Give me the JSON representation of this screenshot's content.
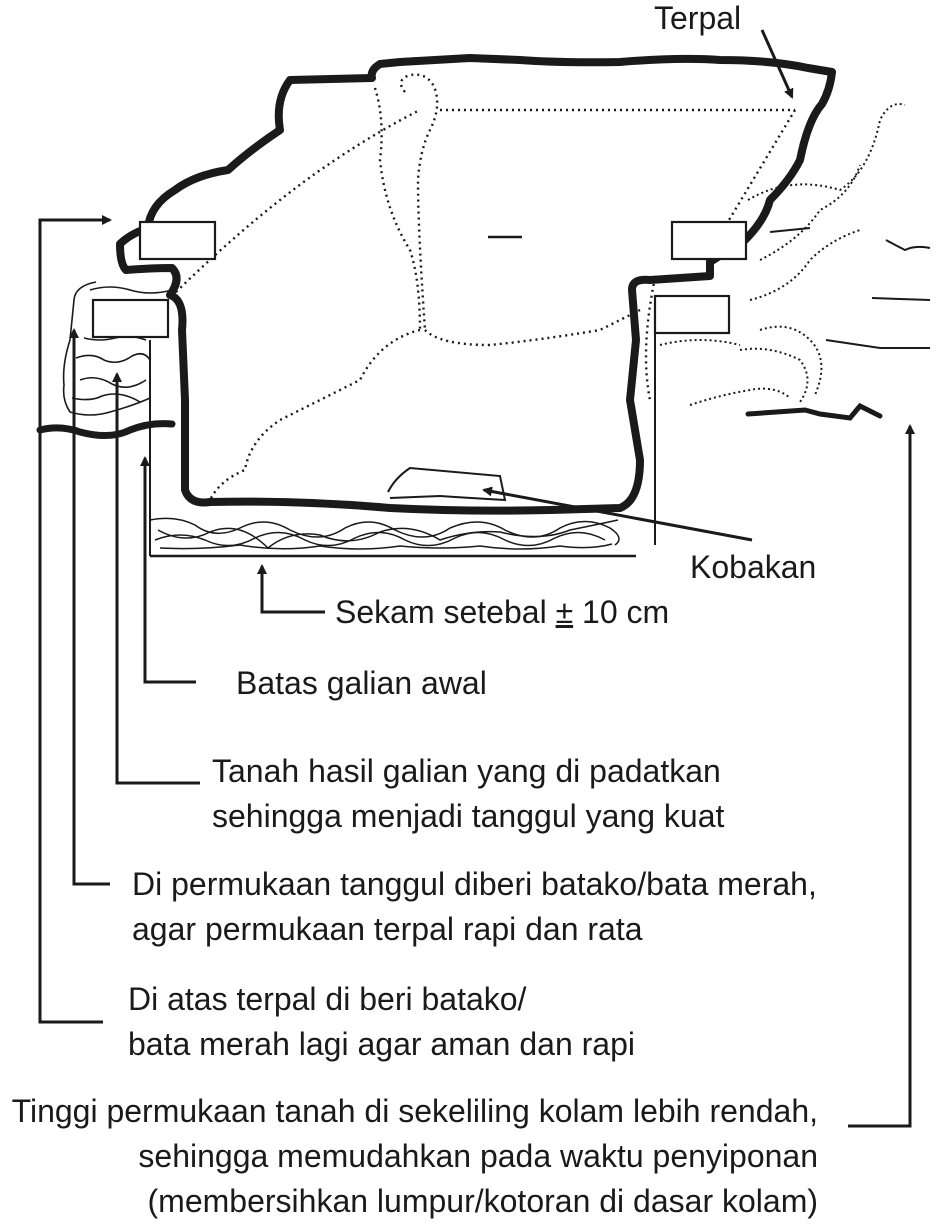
{
  "labels": {
    "terpal": "Terpal",
    "kobakan": "Kobakan",
    "sekam_prefix": "Sekam setebal ",
    "sekam_pm": "±",
    "sekam_suffix": " 10 cm",
    "batas_galian": "Batas galian awal",
    "tanah_hasil": {
      "line1": "Tanah hasil galian yang di padatkan",
      "line2": "sehingga menjadi tanggul yang kuat"
    },
    "permukaan_tanggul": {
      "line1": "Di permukaan tanggul diberi batako/bata merah,",
      "line2": "agar permukaan terpal rapi  dan rata"
    },
    "atas_terpal": {
      "line1": "Di atas terpal di beri batako/",
      "line2": "bata merah lagi agar aman dan rapi"
    },
    "tinggi_permukaan": {
      "line1": "Tinggi permukaan tanah di sekeliling kolam lebih rendah,",
      "line2": "sehingga memudahkan pada waktu penyiponan",
      "line3": "(membersihkan lumpur/kotoran di dasar kolam)"
    }
  },
  "colors": {
    "ink": "#1a1a1a",
    "background": "#ffffff"
  }
}
